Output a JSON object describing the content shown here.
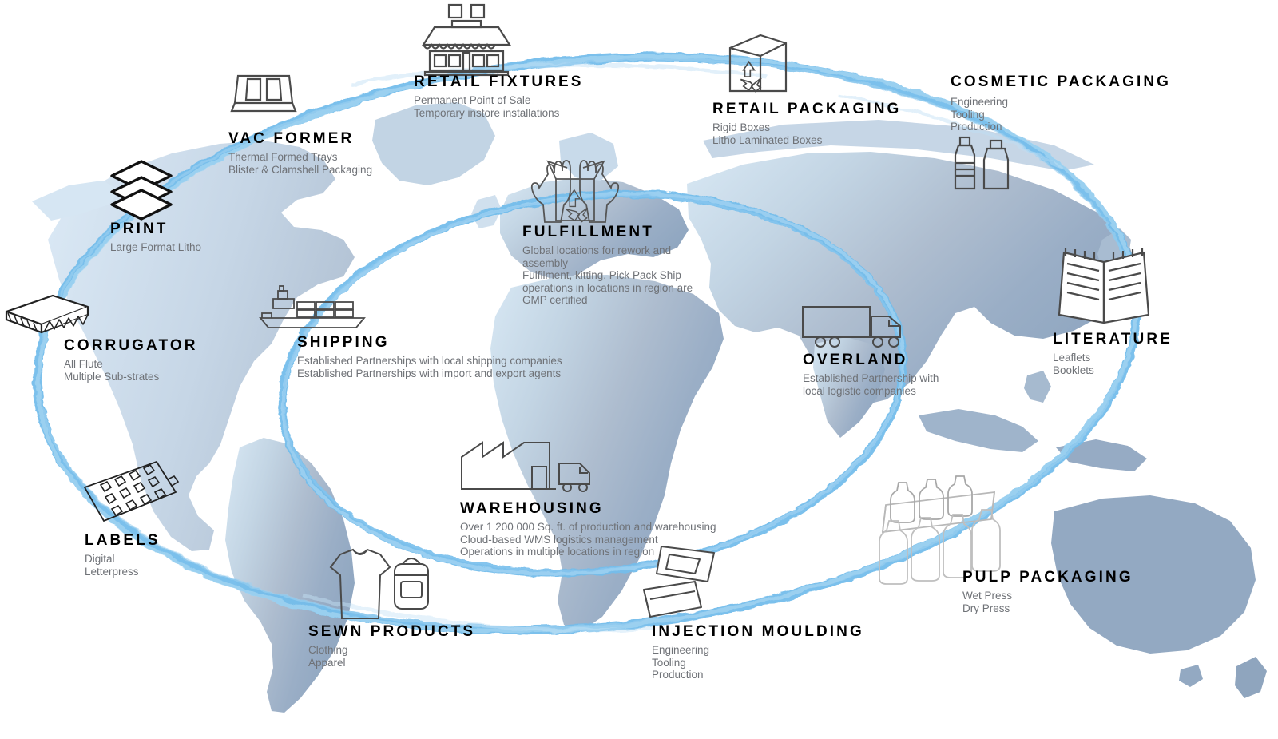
{
  "page": {
    "kind": "global-supply-chain-capability-infographic",
    "background": "world-map",
    "colors": {
      "ring_blue": "#74bdeb",
      "ring_blue_light": "#a8d8f2",
      "map_land_light": "#cfe2f0",
      "map_land_mid": "#b9c9d9",
      "map_land_dark": "#94a9c1",
      "title_color": "#000000",
      "sub_color": "#6f7277"
    }
  },
  "nodes": [
    {
      "id": "retail-fixtures",
      "icon": "storefront-icon",
      "title": "RETAIL FIXTURES",
      "lines": [
        "Permanent Point of Sale",
        "Temporary  instore installations"
      ]
    },
    {
      "id": "vac-former",
      "icon": "tray-icon",
      "title": "VAC FORMER",
      "lines": [
        "Thermal Formed Trays",
        "Blister & Clamshell Packaging"
      ]
    },
    {
      "id": "retail-packaging",
      "icon": "recycle-box-icon",
      "title": "RETAIL PACKAGING",
      "lines": [
        "Rigid Boxes",
        "Litho Laminated Boxes"
      ]
    },
    {
      "id": "cosmetic-packaging",
      "icon": "cosmetic-bottles-icon",
      "title": "COSMETIC PACKAGING",
      "lines": [
        "Engineering",
        "Tooling",
        "Production"
      ]
    },
    {
      "id": "print",
      "icon": "layered-sheets-icon",
      "title": "PRINT",
      "lines": [
        "Large Format Litho"
      ]
    },
    {
      "id": "fulfillment",
      "icon": "hands-recycle-box-icon",
      "title": "FULFILLMENT",
      "lines": [
        "Global locations for rework and",
        "assembly",
        "Fulfilment, kitting, Pick Pack Ship",
        "operations in locations in region are",
        "GMP certified"
      ]
    },
    {
      "id": "literature",
      "icon": "open-book-icon",
      "title": "LITERATURE",
      "lines": [
        "Leaflets",
        "Booklets"
      ]
    },
    {
      "id": "corrugator",
      "icon": "corrugated-board-icon",
      "title": "CORRUGATOR",
      "lines": [
        "All Flute",
        "Multiple Sub-strates"
      ]
    },
    {
      "id": "shipping",
      "icon": "container-ship-icon",
      "title": "SHIPPING",
      "lines": [
        "Established Partnerships with local shipping companies",
        "Established Partnerships with import and export agents"
      ]
    },
    {
      "id": "overland",
      "icon": "truck-icon",
      "title": "OVERLAND",
      "lines": [
        "Established Partnership with",
        "local logistic companies"
      ]
    },
    {
      "id": "warehousing",
      "icon": "factory-truck-icon",
      "title": "WAREHOUSING",
      "lines": [
        "Over 1 200 000 Sq. ft. of production and warehousing",
        "Cloud-based WMS logistics management",
        "Operations in multiple locations in region"
      ]
    },
    {
      "id": "labels",
      "icon": "label-sheet-icon",
      "title": "LABELS",
      "lines": [
        "Digital",
        "Letterpress"
      ]
    },
    {
      "id": "sewn-products",
      "icon": "shirt-backpack-icon",
      "title": "SEWN PRODUCTS",
      "lines": [
        "Clothing",
        "Apparel"
      ]
    },
    {
      "id": "injection-moulding",
      "icon": "mould-tool-icon",
      "title": "INJECTION MOULDING",
      "lines": [
        "Engineering",
        "Tooling",
        "Production"
      ]
    },
    {
      "id": "pulp-packaging",
      "icon": "bottle-tray-icon",
      "title": "PULP PACKAGING",
      "lines": [
        "Wet Press",
        "Dry Press"
      ]
    }
  ]
}
